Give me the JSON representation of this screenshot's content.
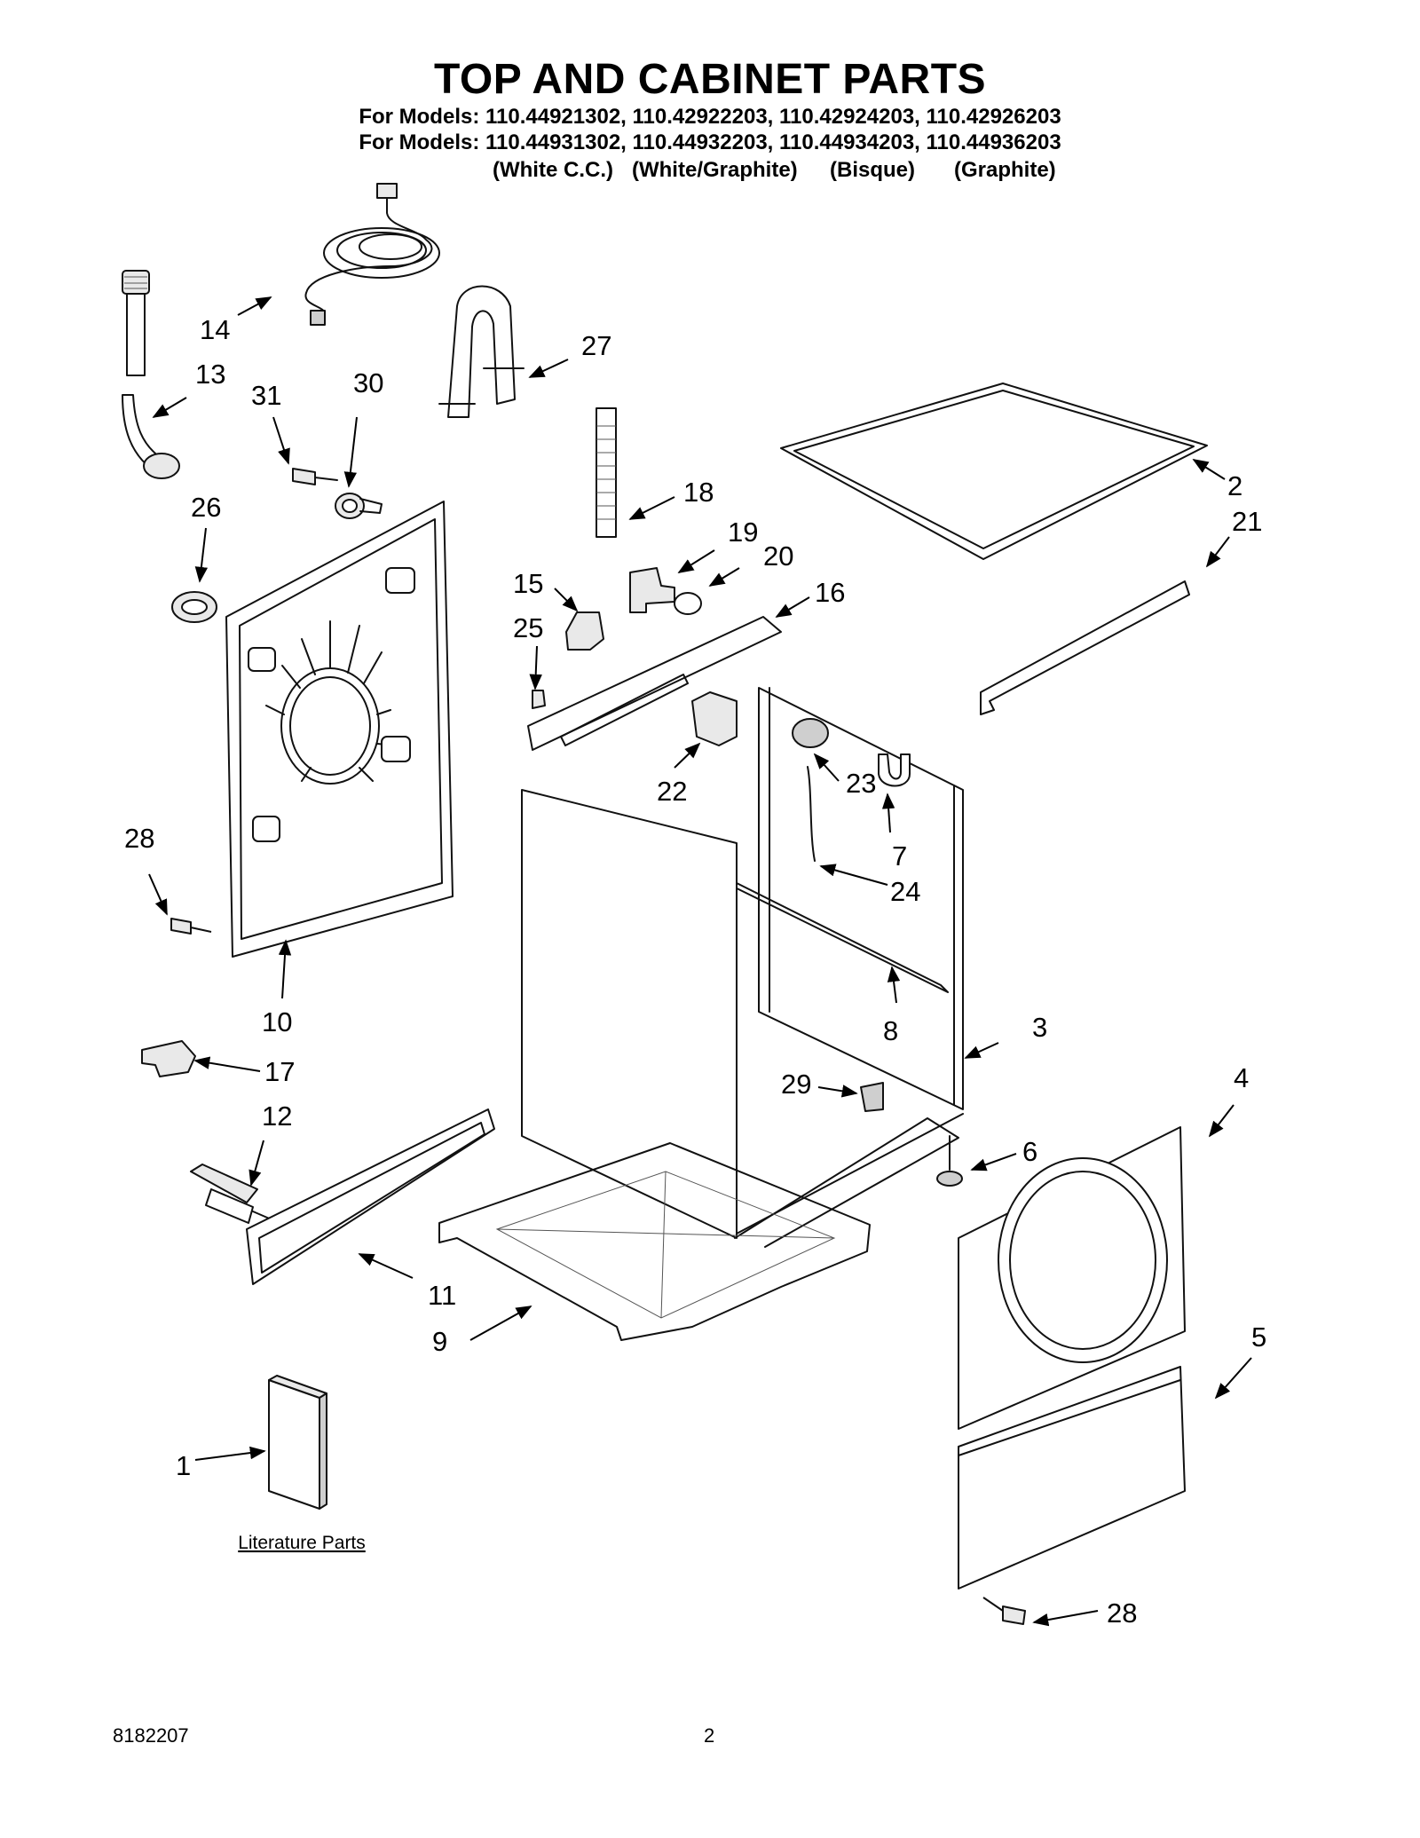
{
  "header": {
    "title": "TOP AND CABINET PARTS",
    "models_line_1": "For Models: 110.44921302, 110.42922203, 110.42924203, 110.42926203",
    "models_line_2": "For Models: 110.44931302, 110.44932203, 110.44934203, 110.44936203",
    "finishes": [
      "(White C.C.)",
      "(White/Graphite)",
      "(Bisque)",
      "(Graphite)"
    ]
  },
  "callouts": [
    "14",
    "13",
    "31",
    "30",
    "27",
    "26",
    "18",
    "19",
    "20",
    "15",
    "16",
    "25",
    "2",
    "21",
    "22",
    "23",
    "7",
    "24",
    "28",
    "10",
    "17",
    "8",
    "3",
    "29",
    "12",
    "4",
    "6",
    "11",
    "9",
    "5",
    "1",
    "28"
  ],
  "literature_caption": "Literature Parts",
  "footer": {
    "document_number": "8182207",
    "page_number": "2"
  }
}
